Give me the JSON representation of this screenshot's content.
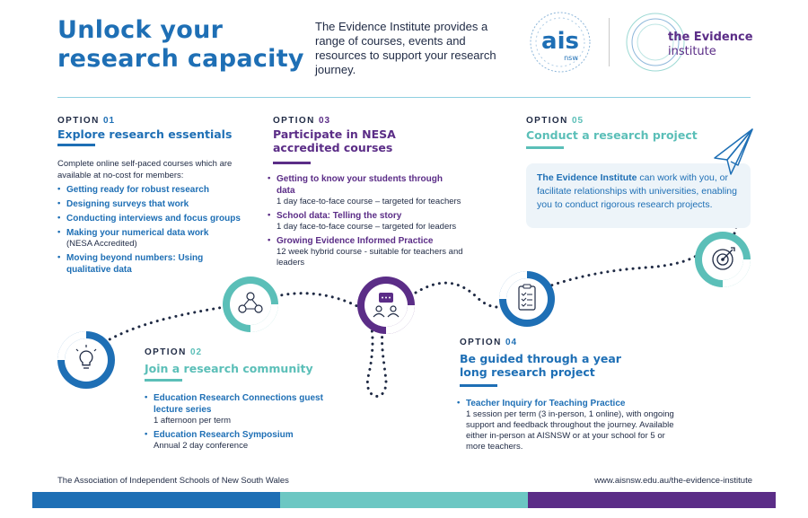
{
  "header": {
    "headline": "Unlock your research capacity",
    "intro": "The Evidence Institute provides a range of courses, events and resources to support your research journey.",
    "logo_ais_text": "ais",
    "logo_ais_sub": "nsw",
    "logo_tei_line1": "the Evidence",
    "logo_tei_line2": "institute"
  },
  "colors": {
    "blue": "#1e6fb5",
    "teal": "#5bbfb8",
    "purple": "#5b2d87",
    "navy": "#1f2a44"
  },
  "options": {
    "o1": {
      "label": "OPTION",
      "num": "01",
      "title": "Explore research essentials",
      "intro": "Complete online self-paced courses which are available at no-cost for members:",
      "items": [
        {
          "t": "Getting ready for robust research",
          "s": ""
        },
        {
          "t": "Designing surveys that work",
          "s": ""
        },
        {
          "t": "Conducting interviews and focus groups",
          "s": ""
        },
        {
          "t": "Making your numerical data work",
          "s": "(NESA Accredited)"
        },
        {
          "t": "Moving beyond numbers: Using qualitative data",
          "s": ""
        }
      ],
      "icon": "lightbulb-icon"
    },
    "o2": {
      "label": "OPTION",
      "num": "02",
      "title": "Join a research community",
      "items": [
        {
          "t": "Education Research Connections guest lecture series",
          "s": "1 afternoon per term"
        },
        {
          "t": "Education Research Symposium",
          "s": "Annual 2 day conference"
        }
      ],
      "icon": "people-network-icon"
    },
    "o3": {
      "label": "OPTION",
      "num": "03",
      "title": "Participate in NESA accredited courses",
      "items": [
        {
          "t": "Getting to know your students through data",
          "s": "1 day face-to-face course – targeted for teachers"
        },
        {
          "t": "School data: Telling the story",
          "s": "1 day face-to-face course – targeted for leaders"
        },
        {
          "t": "Growing Evidence Informed Practice",
          "s": "12 week hybrid course -  suitable for teachers and leaders"
        }
      ],
      "icon": "presentation-icon"
    },
    "o4": {
      "label": "OPTION",
      "num": "04",
      "title": "Be guided through a year long research project",
      "items": [
        {
          "t": "Teacher Inquiry for Teaching Practice",
          "s": "1 session per term (3 in-person, 1 online), with ongoing support and feedback throughout the journey. Available either in-person at AISNSW or at your school for 5 or more teachers."
        }
      ],
      "icon": "checklist-icon"
    },
    "o5": {
      "label": "OPTION",
      "num": "05",
      "title": "Conduct a research project",
      "box_bold": "The Evidence Institute",
      "box_text": " can work with you, or facilitate relationships with universities, enabling you to conduct rigorous research projects.",
      "icon": "target-icon"
    }
  },
  "footer": {
    "left": "The Association of Independent Schools of New South Wales",
    "right": "www.aisnsw.edu.au/the-evidence-institute"
  }
}
